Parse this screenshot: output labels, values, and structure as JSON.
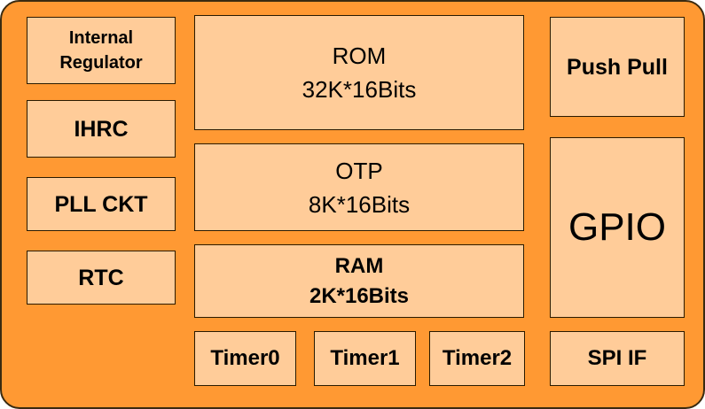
{
  "diagram": {
    "colors": {
      "chip_body": "#FF9933",
      "block_fill": "#FFCC99",
      "border": "#2a1a00"
    },
    "blocks": {
      "internal_regulator": {
        "line1": "Internal",
        "line2": "Regulator"
      },
      "ihrc": {
        "label": "IHRC"
      },
      "pll_ckt": {
        "label": "PLL CKT"
      },
      "rtc": {
        "label": "RTC"
      },
      "rom": {
        "line1": "ROM",
        "line2": "32K*16Bits"
      },
      "otp": {
        "line1": "OTP",
        "line2": "8K*16Bits"
      },
      "ram": {
        "line1": "RAM",
        "line2": "2K*16Bits"
      },
      "push_pull": {
        "label": "Push Pull"
      },
      "gpio": {
        "label": "GPIO"
      },
      "timer0": {
        "label": "Timer0"
      },
      "timer1": {
        "label": "Timer1"
      },
      "timer2": {
        "label": "Timer2"
      },
      "spi_if": {
        "label": "SPI IF"
      }
    }
  }
}
